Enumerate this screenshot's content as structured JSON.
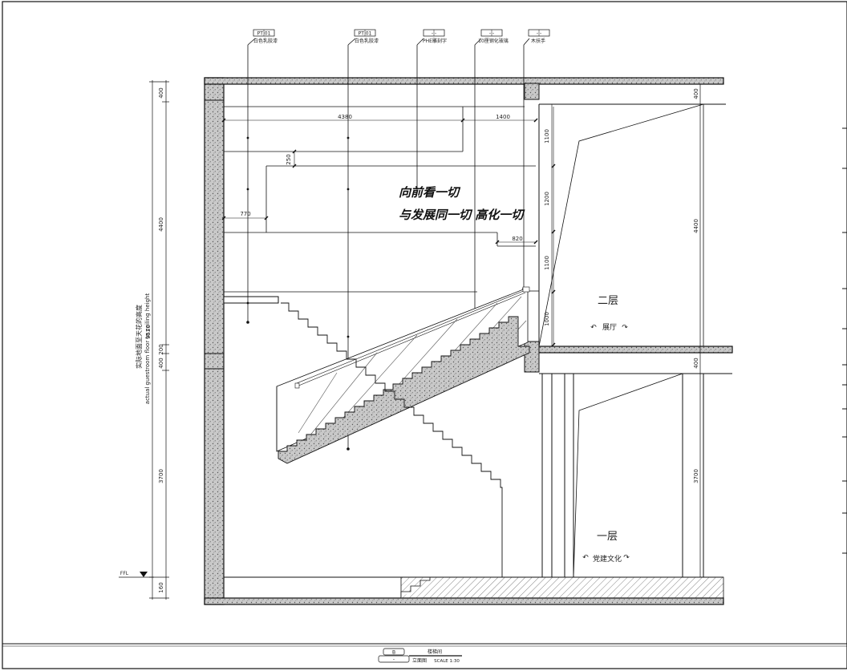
{
  "callouts": [
    {
      "code": "PT  01",
      "text": "白色乳胶漆"
    },
    {
      "code": "PT  01",
      "text": "白色乳胶漆"
    },
    {
      "code": "-  -",
      "text": "PHE雕刻字"
    },
    {
      "code": "-  -",
      "text": "10厘钢化玻璃"
    },
    {
      "code": "-  -",
      "text": "木扶手"
    }
  ],
  "dimensions": {
    "top_width": "4380",
    "top_right": "1400",
    "offset_250": "250",
    "offset_770": "770",
    "offset_820": "820",
    "vert_1100a": "1100",
    "vert_1200": "1200",
    "vert_1100b": "1100",
    "vert_1000": "1000",
    "right_400_top": "400",
    "right_4400": "4400",
    "right_400_mid": "400",
    "right_3700": "3700",
    "left_400": "400",
    "left_4400": "4400",
    "left_200": "200",
    "left_400b": "400",
    "left_3700": "3700",
    "left_160": "160",
    "overall": "9520",
    "ffl": "FFL"
  },
  "vertical_note": {
    "cn": "实际地面至天花的高度",
    "en": "actual guestroom floor to ceiling height"
  },
  "slogans": {
    "line1": "向前看一切",
    "line2": "与发展同一切  高化一切"
  },
  "rooms": {
    "upper_title": "二层",
    "upper_name": "展厅",
    "lower_title": "一层",
    "lower_name": "党建文化"
  },
  "title_block": {
    "code": "B",
    "dash": "-",
    "name": "楼梯间",
    "type": "立面图",
    "scale": "SCALE  1:30"
  }
}
